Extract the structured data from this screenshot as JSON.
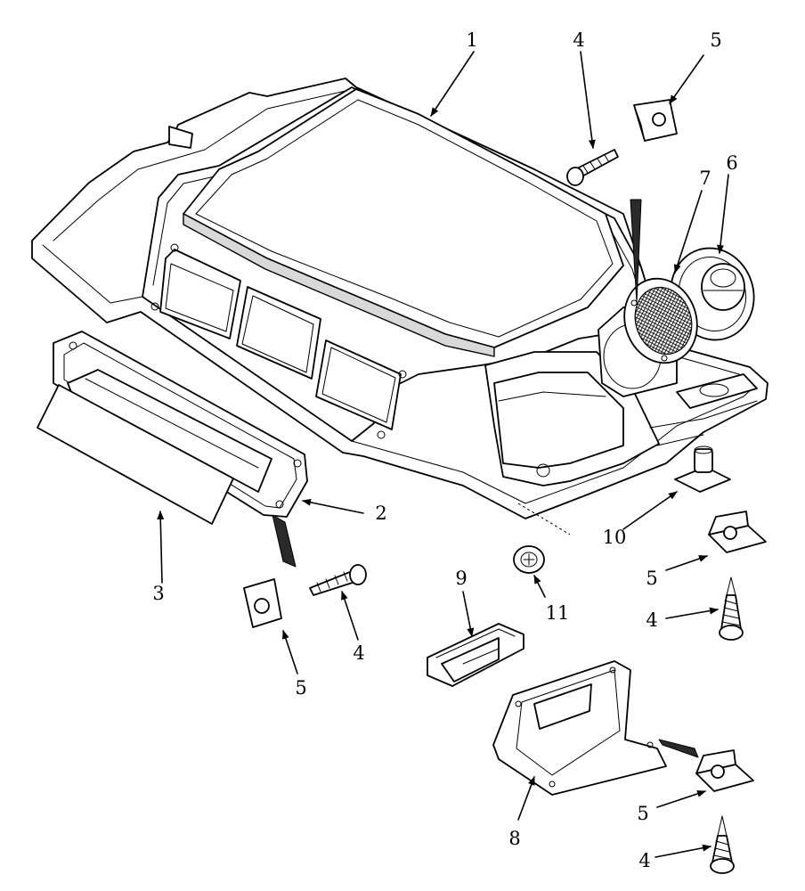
{
  "diagram": {
    "callouts": [
      {
        "id": "callout-1",
        "text": "1"
      },
      {
        "id": "callout-2",
        "text": "2"
      },
      {
        "id": "callout-3",
        "text": "3"
      },
      {
        "id": "callout-4-top",
        "text": "4"
      },
      {
        "id": "callout-4-left",
        "text": "4"
      },
      {
        "id": "callout-4-right-mid",
        "text": "4"
      },
      {
        "id": "callout-4-right-bottom",
        "text": "4"
      },
      {
        "id": "callout-5-top",
        "text": "5"
      },
      {
        "id": "callout-5-left",
        "text": "5"
      },
      {
        "id": "callout-5-right-mid",
        "text": "5"
      },
      {
        "id": "callout-5-right-bottom",
        "text": "5"
      },
      {
        "id": "callout-6",
        "text": "6"
      },
      {
        "id": "callout-7",
        "text": "7"
      },
      {
        "id": "callout-8",
        "text": "8"
      },
      {
        "id": "callout-9",
        "text": "9"
      },
      {
        "id": "callout-10",
        "text": "10"
      },
      {
        "id": "callout-11",
        "text": "11"
      }
    ]
  }
}
